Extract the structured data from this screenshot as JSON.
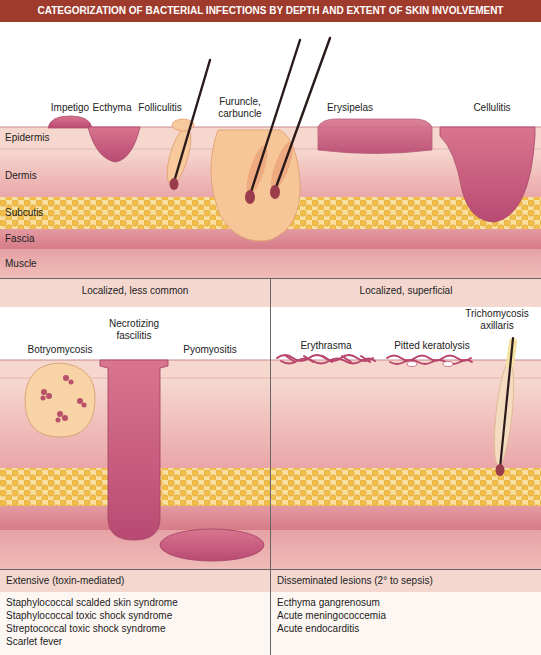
{
  "diagram": {
    "title": "CATEGORIZATION OF BACTERIAL INFECTIONS BY DEPTH AND EXTENT OF SKIN INVOLVEMENT",
    "nodes": [
      {
        "text": [
          "Localized, less common"
        ]
      },
      {
        "text": [
          "Localized, superficial"
        ]
      },
      {
        "text": [
          "Extensive (toxin-mediated)",
          "Staphylococcal scalded skin syndrome",
          "Staphylococcal toxic shock syndrome",
          "Streptococcal toxic shock syndrome",
          "Scarlet fever"
        ]
      },
      {
        "text": [
          "Disseminated lesions (2° to sepsis)",
          "Ecthyma gangrenosum",
          "Acute meningococcemia",
          "Acute endocarditis"
        ]
      }
    ],
    "labels": [
      "Impetigo",
      "Ecthyma",
      "Folliculitis",
      "Furuncle, carbuncle",
      "Erysipelas",
      "Cellulitis",
      "Epidermis",
      "Dermis",
      "Subcutis",
      "Fascia",
      "Muscle",
      "Botryomycosis",
      "Necrotizing fascilitis",
      "Pyomyositis",
      "Erythrasma",
      "Pitted keratolysis",
      "Trichomycosis axillaris"
    ]
  }
}
